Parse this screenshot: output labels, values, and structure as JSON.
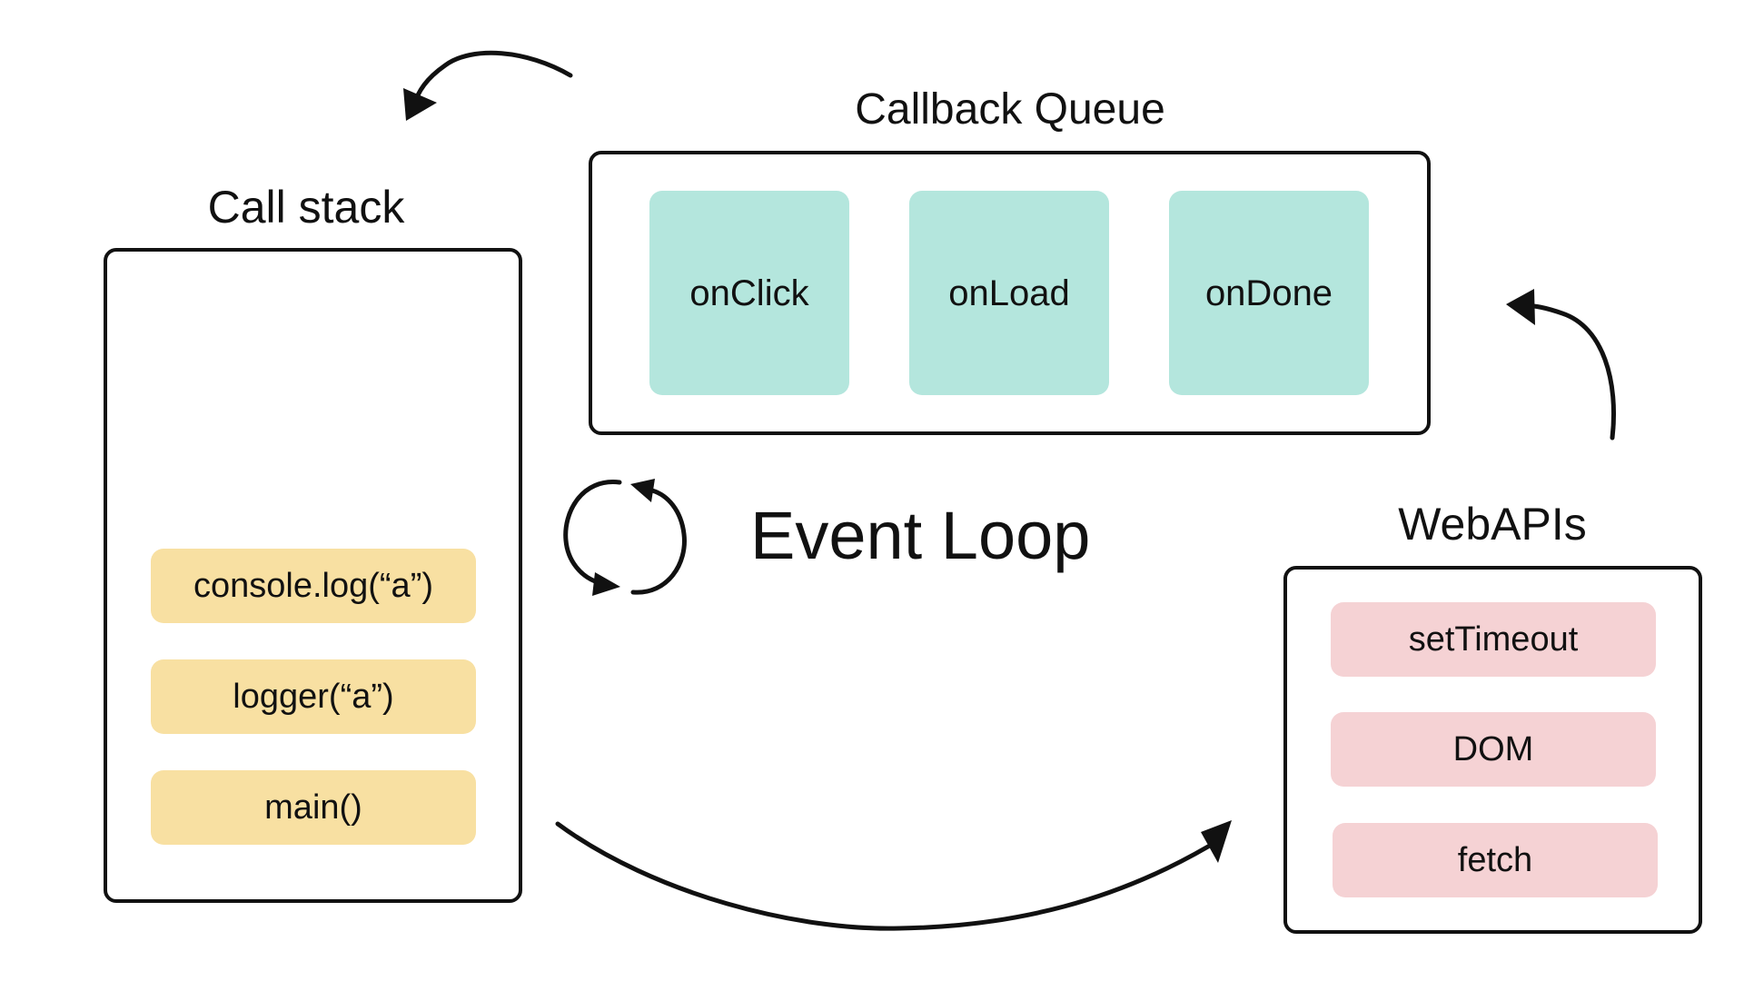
{
  "callstack": {
    "title": "Call stack",
    "items": [
      "console.log(“a”)",
      "logger(“a”)",
      "main()"
    ],
    "color": "#f8e0a2"
  },
  "queue": {
    "title": "Callback Queue",
    "items": [
      "onClick",
      "onLoad",
      "onDone"
    ],
    "color": "#b4e6dd"
  },
  "webapis": {
    "title": "WebAPIs",
    "items": [
      "setTimeout",
      "DOM",
      "fetch"
    ],
    "color": "#f5d2d4"
  },
  "eventloop": {
    "label": "Event Loop",
    "icon": "cycle-arrows-icon"
  },
  "arrows": {
    "icon": "curved-arrow-icon",
    "color": "#111111"
  }
}
